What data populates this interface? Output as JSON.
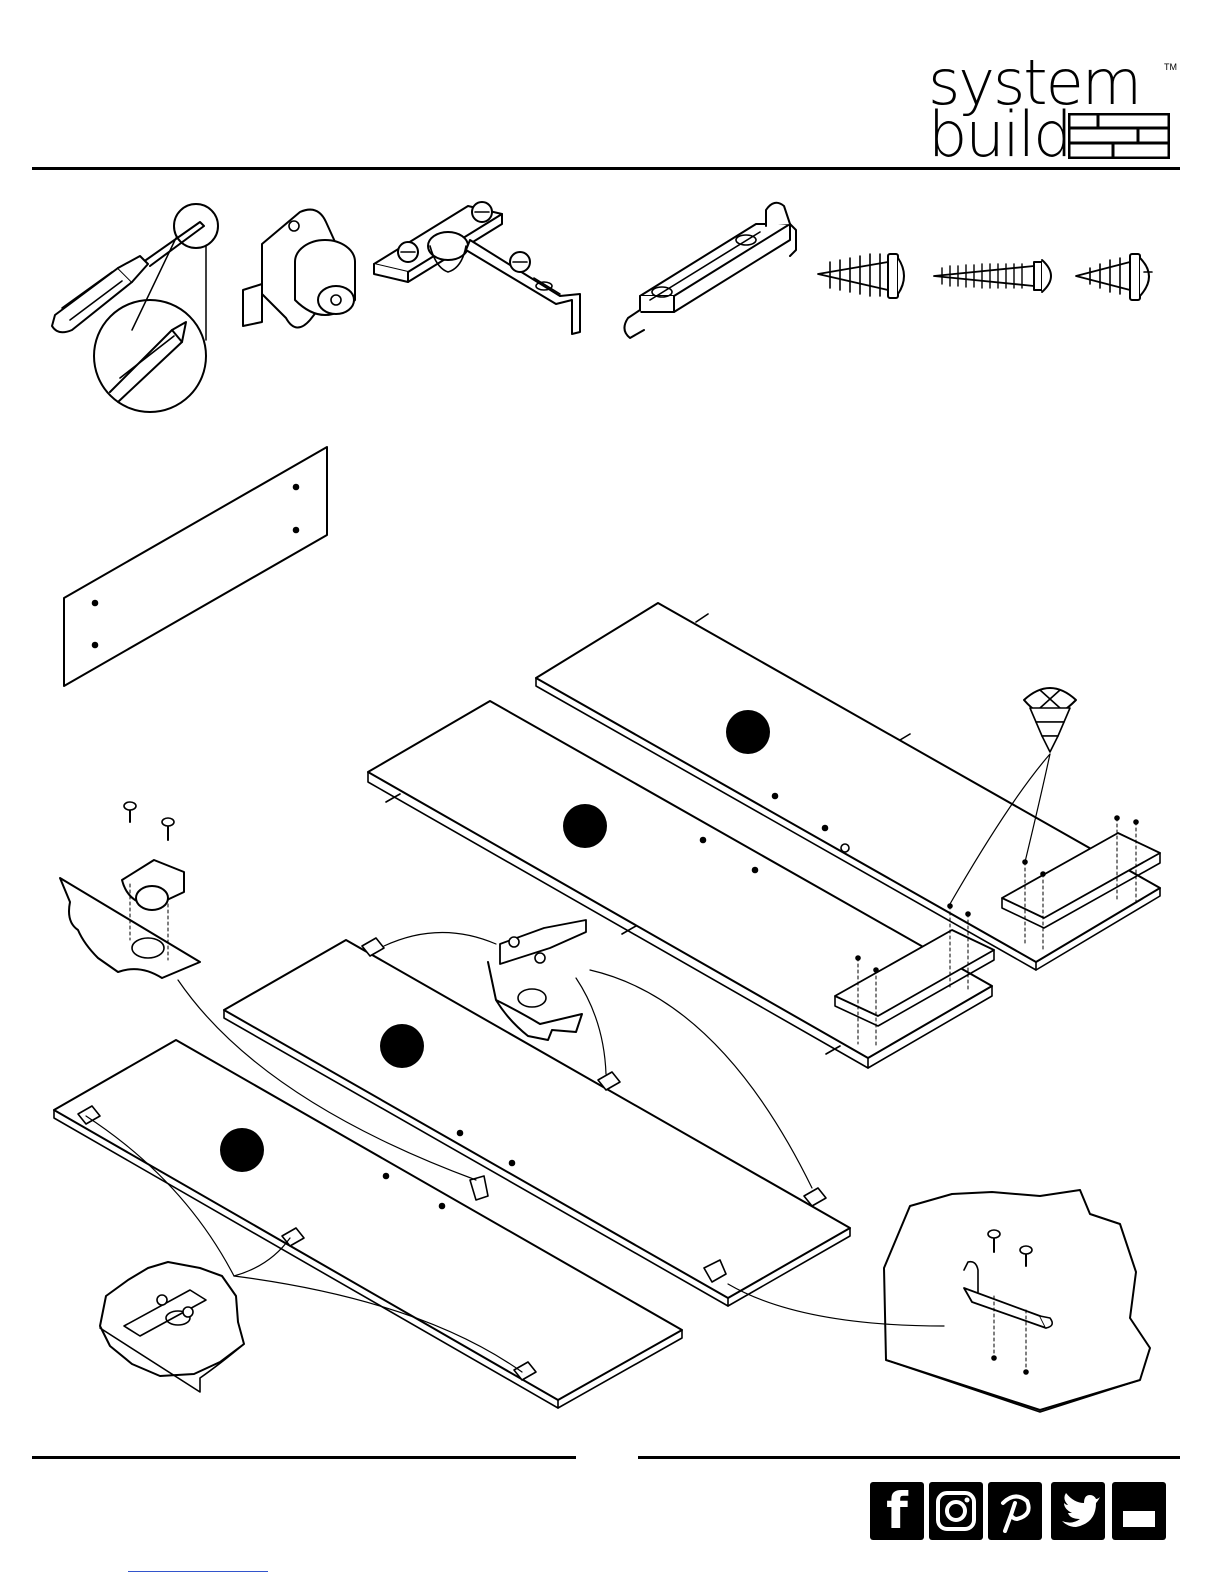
{
  "brand": {
    "logo_line1": "system",
    "logo_line2": "build",
    "trademark": "TM"
  },
  "colors": {
    "ink": "#000000",
    "paper": "#ffffff",
    "link": "#3355cc"
  },
  "hardware_icons": [
    "phillips-screwdriver-icon",
    "cam-lock-icon",
    "hinge-icon",
    "door-catch-icon",
    "pan-head-screw-icon",
    "long-screw-icon",
    "short-screw-icon"
  ],
  "social_icons": [
    "facebook-icon",
    "instagram-icon",
    "pinterest-icon",
    "twitter-icon",
    "youtube-icon"
  ]
}
